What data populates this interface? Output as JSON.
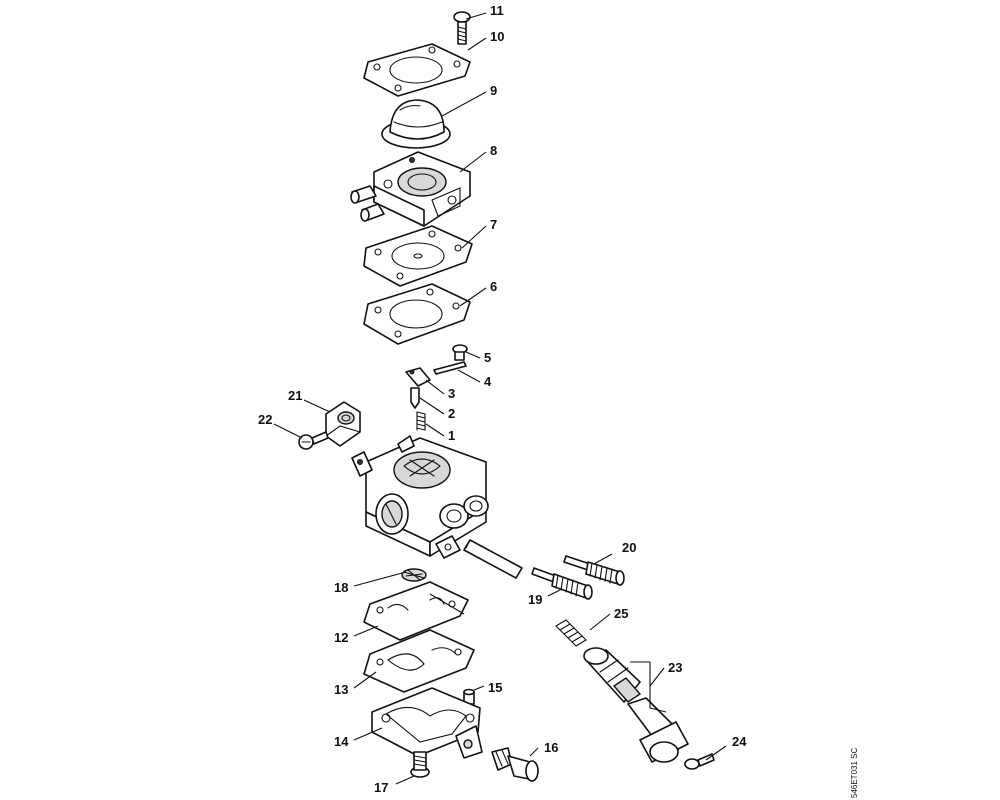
{
  "callouts": {
    "c1": "1",
    "c2": "2",
    "c3": "3",
    "c4": "4",
    "c5": "5",
    "c6": "6",
    "c7": "7",
    "c8": "8",
    "c9": "9",
    "c10": "10",
    "c11": "11",
    "c12": "12",
    "c13": "13",
    "c14": "14",
    "c15": "15",
    "c16": "16",
    "c17": "17",
    "c18": "18",
    "c19": "19",
    "c20": "20",
    "c21": "21",
    "c22": "22",
    "c23": "23",
    "c24": "24",
    "c25": "25"
  },
  "drawing_code": "546ET031 SC"
}
